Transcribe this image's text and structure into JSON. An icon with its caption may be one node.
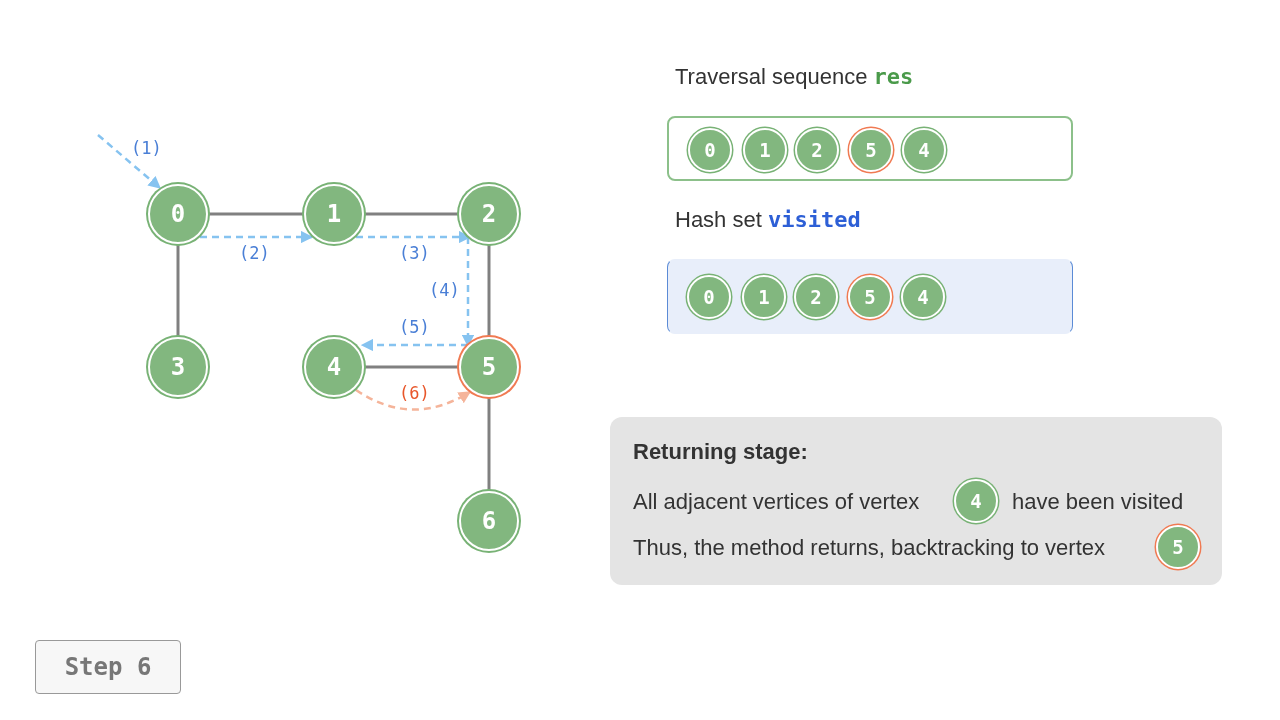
{
  "diagram": {
    "nodes": [
      {
        "text": [
          "0"
        ]
      },
      {
        "text": [
          "1"
        ]
      },
      {
        "text": [
          "2"
        ]
      },
      {
        "text": [
          "3"
        ]
      },
      {
        "text": [
          "4"
        ]
      },
      {
        "text": [
          "5"
        ]
      },
      {
        "text": [
          "6"
        ]
      },
      {
        "text": [
          "Traversal sequence **res**"
        ]
      },
      {
        "text": [
          "0"
        ],
        "in": 7
      },
      {
        "text": [
          "1"
        ],
        "in": 7
      },
      {
        "text": [
          "2"
        ],
        "in": 7
      },
      {
        "text": [
          "5"
        ],
        "in": 7
      },
      {
        "text": [
          "4"
        ],
        "in": 7
      },
      {
        "text": [
          "Hash set **visited**"
        ]
      },
      {
        "text": [
          "0"
        ],
        "in": 13
      },
      {
        "text": [
          "1"
        ],
        "in": 13
      },
      {
        "text": [
          "2"
        ],
        "in": 13
      },
      {
        "text": [
          "5"
        ],
        "in": 13
      },
      {
        "text": [
          "4"
        ],
        "in": 13
      },
      {
        "text": [
          "Returning stage:",
          "All adjacent vertices of vertex",
          "have been visited",
          "Thus, the method returns, backtracking to vertex"
        ]
      },
      {
        "text": [
          "4"
        ],
        "in": 19
      },
      {
        "text": [
          "5"
        ],
        "in": 19
      },
      {
        "text": [
          "Step 6"
        ]
      }
    ],
    "edges": [
      {
        "from": 0,
        "to": 1,
        "arrow": "none"
      },
      {
        "from": 1,
        "to": 2,
        "arrow": "none"
      },
      {
        "from": 0,
        "to": 3,
        "arrow": "none"
      },
      {
        "from": 2,
        "to": 5,
        "arrow": "none"
      },
      {
        "from": 4,
        "to": 5,
        "arrow": "none"
      },
      {
        "from": 5,
        "to": 6,
        "arrow": "none"
      },
      {
        "from": null,
        "to": 0,
        "arrow": "to",
        "label": "(1)",
        "style": "dashed",
        "color": "#86c3f0"
      },
      {
        "from": 0,
        "to": 1,
        "arrow": "to",
        "label": "(2)",
        "style": "dashed",
        "color": "#86c3f0"
      },
      {
        "from": 1,
        "to": 2,
        "arrow": "to",
        "label": "(3)",
        "style": "dashed",
        "color": "#86c3f0"
      },
      {
        "from": 2,
        "to": 5,
        "arrow": "to",
        "label": "(4)",
        "style": "dashed",
        "color": "#86c3f0"
      },
      {
        "from": 5,
        "to": 4,
        "arrow": "to",
        "label": "(5)",
        "style": "dashed",
        "color": "#86c3f0"
      },
      {
        "from": 4,
        "to": 5,
        "arrow": "to",
        "label": "(6)",
        "style": "dashed",
        "color": "#f5b49a"
      }
    ]
  }
}
